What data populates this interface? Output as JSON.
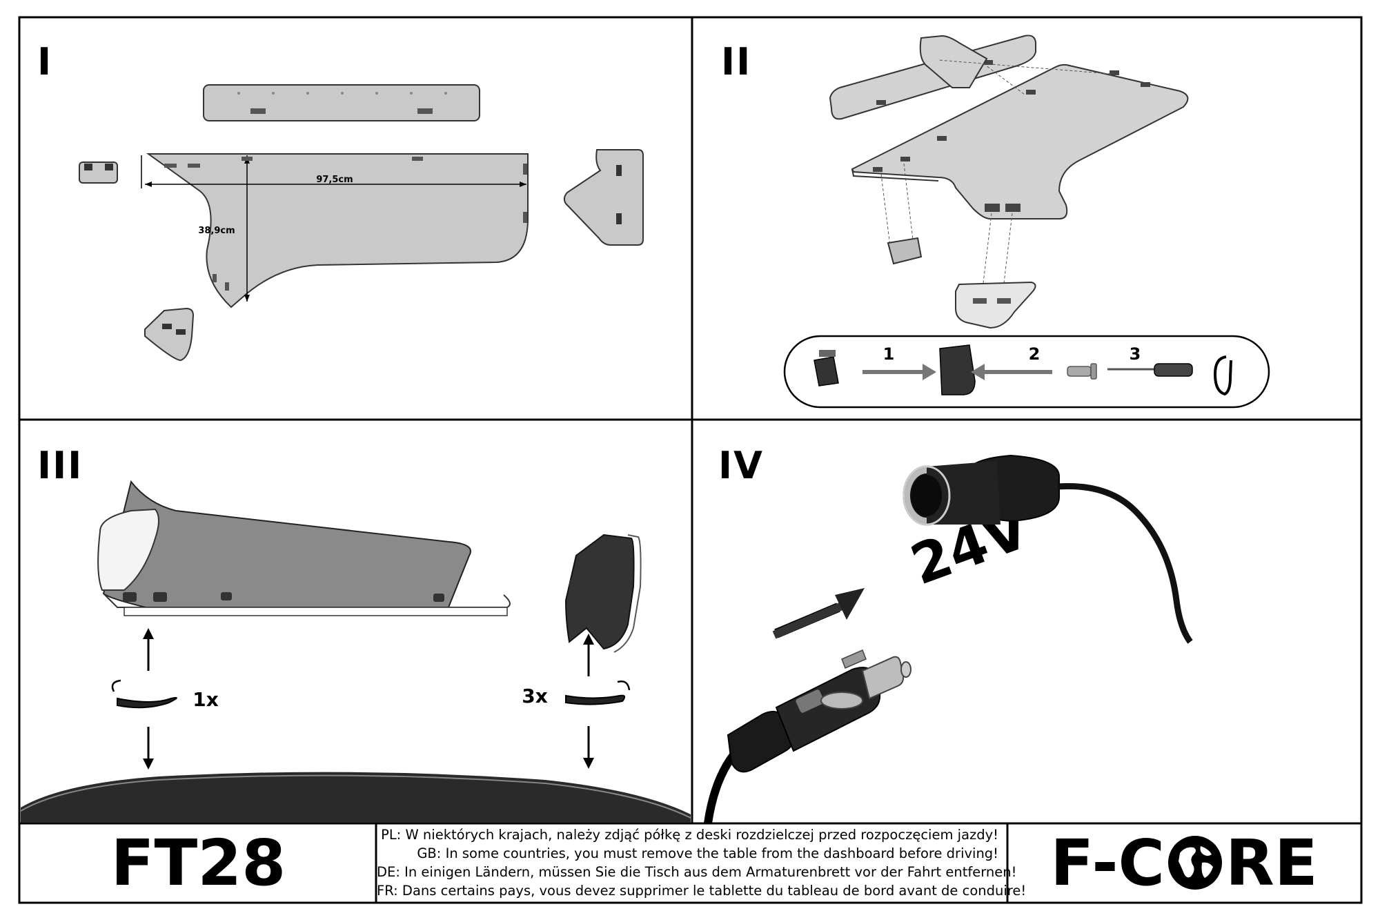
{
  "panels": {
    "p1": {
      "numeral": "I",
      "width_label": "97,5cm",
      "height_label": "38,9cm"
    },
    "p2": {
      "numeral": "II",
      "steps": [
        "1",
        "2",
        "3"
      ]
    },
    "p3": {
      "numeral": "III",
      "left_turns": "1x",
      "right_turns": "3x"
    },
    "p4": {
      "numeral": "IV",
      "voltage": "24V"
    }
  },
  "footer": {
    "model": "FT28",
    "warnings": [
      "PL: W niektórych krajach, należy zdjąć półkę z deski rozdzielczej przed rozpoczęciem jazdy!",
      "GB: In some countries, you must remove the table from the dashboard before driving!",
      "DE: In einigen Ländern, müssen Sie die Tisch aus dem Armaturenbrett vor der Fahrt entfernen!",
      "FR: Dans certains pays, vous devez supprimer le tablette du tableau de bord avant de conduire!"
    ],
    "brand_left": "F-C",
    "brand_right": "RE"
  }
}
